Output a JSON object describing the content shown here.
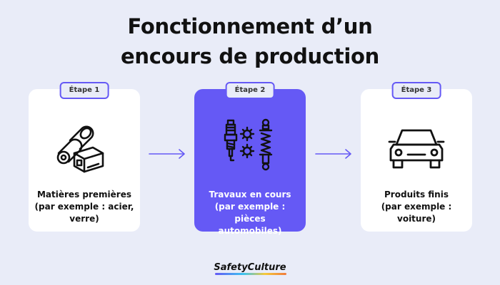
{
  "title": {
    "line1": "Fonctionnement d’un",
    "line2": "encours de production"
  },
  "steps": [
    {
      "badge": "Étape 1",
      "icon": "raw-materials-icon",
      "lines": [
        "Matières premières",
        "(par exemple : acier,",
        "verre)"
      ]
    },
    {
      "badge": "Étape 2",
      "icon": "car-parts-icon",
      "lines": [
        "Travaux en cours",
        "(par exemple : pièces",
        "automobiles)"
      ]
    },
    {
      "badge": "Étape 3",
      "icon": "car-icon",
      "lines": [
        "Produits finis",
        "(par exemple :",
        "voiture)"
      ]
    }
  ],
  "brand": {
    "name": "SafetyCulture"
  },
  "colors": {
    "accent": "#6559f5",
    "background": "#e9ecf8",
    "card": "#ffffff"
  }
}
